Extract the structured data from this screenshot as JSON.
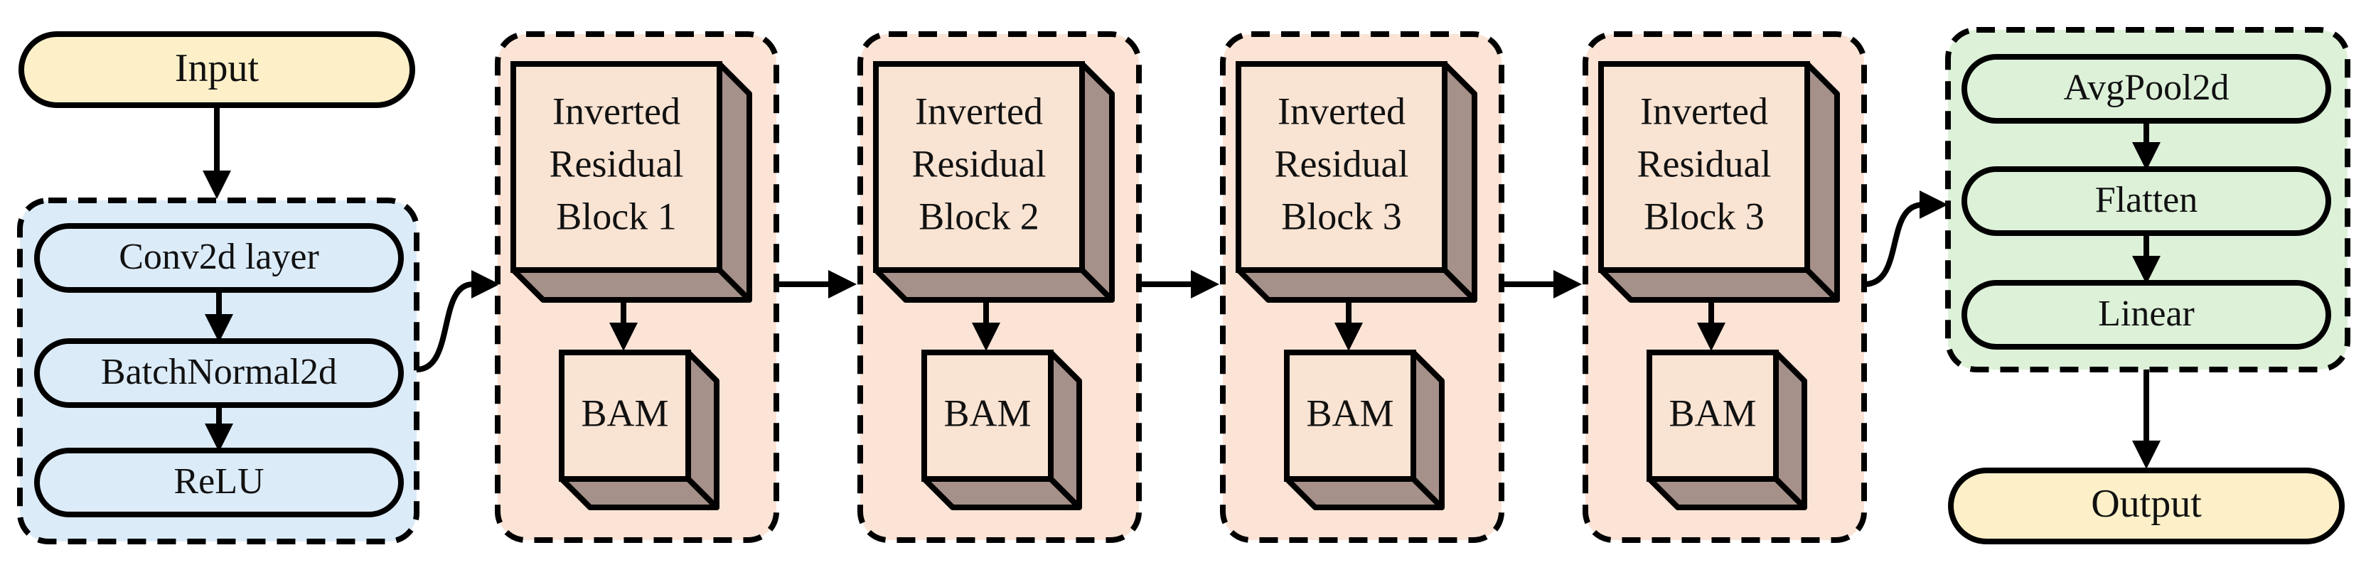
{
  "colors": {
    "io_fill": "#FDF0C8",
    "stem_fill": "#DCEBF8",
    "stem_bg": "#DCEBF8",
    "block_bg": "#FBE3D5",
    "head_bg": "#DDF1D9",
    "head_fill": "#DDF1D9",
    "cube_front": "#F9E3D2",
    "cube_side": "#A6908A",
    "stroke": "#000000"
  },
  "input": {
    "label": "Input"
  },
  "output": {
    "label": "Output"
  },
  "stem": {
    "layers": [
      {
        "label": "Conv2d layer"
      },
      {
        "label": "BatchNormal2d"
      },
      {
        "label": "ReLU"
      }
    ]
  },
  "blocks": [
    {
      "title_lines": [
        "Inverted",
        "Residual",
        "Block 1"
      ],
      "attention": "BAM"
    },
    {
      "title_lines": [
        "Inverted",
        "Residual",
        "Block 2"
      ],
      "attention": "BAM"
    },
    {
      "title_lines": [
        "Inverted",
        "Residual",
        "Block 3"
      ],
      "attention": "BAM"
    },
    {
      "title_lines": [
        "Inverted",
        "Residual",
        "Block 3"
      ],
      "attention": "BAM"
    }
  ],
  "head": {
    "layers": [
      {
        "label": "AvgPool2d"
      },
      {
        "label": "Flatten"
      },
      {
        "label": "Linear"
      }
    ]
  }
}
